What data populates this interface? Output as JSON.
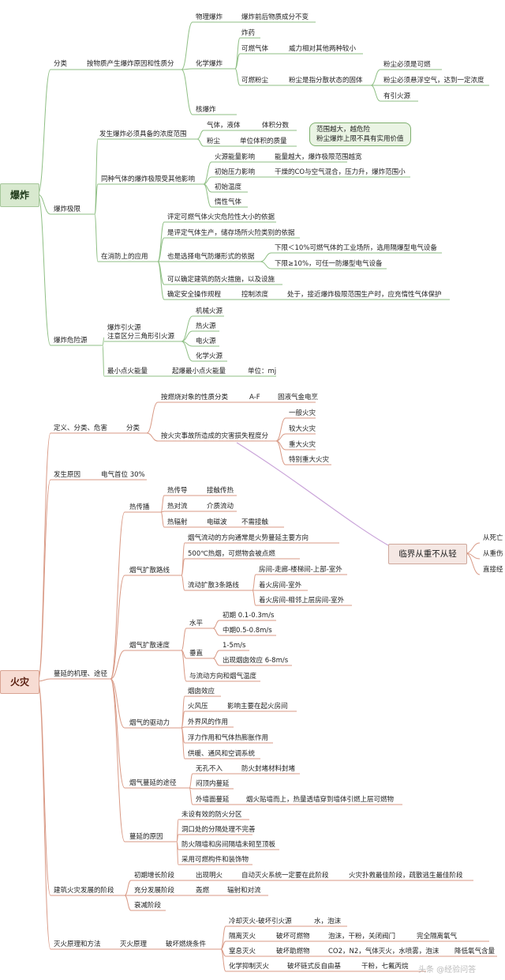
{
  "roots": {
    "explosion": "爆炸",
    "fire": "火灾"
  },
  "explosion": {
    "classify": {
      "label": "分类",
      "by": "按物质产生爆炸原因和性质分",
      "physical": {
        "label": "物理爆炸",
        "desc": "爆炸前后物质成分不变"
      },
      "chemical": {
        "label": "化学爆炸",
        "explosive": "炸药",
        "gas": {
          "label": "可燃气体",
          "desc": "威力相对其他两种较小"
        },
        "dust": {
          "label": "可燃粉尘",
          "desc": "粉尘是指分散状态的固体",
          "conditions": [
            "粉尘必须是可燃",
            "粉尘必须悬浮空气，达到一定浓度",
            "有引火源"
          ]
        }
      },
      "nuclear": "核爆炸"
    },
    "limits": {
      "label": "爆炸极限",
      "conc": {
        "label": "发生爆炸必须具备的浓度范围",
        "gas": {
          "label": "气体，液体",
          "desc": "体积分数"
        },
        "dust": {
          "label": "粉尘",
          "desc": "单位体积的质量"
        },
        "note1": "范围越大，越危险",
        "note2": "粉尘爆炸上限不具有实用价值"
      },
      "factors": {
        "label": "同种气体的爆炸极限受其他影响",
        "energy": {
          "label": "火源能量影响",
          "desc": "能量越大，爆炸极限范围越宽"
        },
        "pressure": {
          "label": "初始压力影响",
          "desc": "干燥的CO与空气混合，压力升，爆炸范围小"
        },
        "temp": "初始温度",
        "inert": "惰性气体"
      },
      "fire_use": {
        "label": "在消防上的应用",
        "u1": "评定可燃气体火灾危险性大小的依据",
        "u2": "是评定气体生产，储存场所火险类别的依据",
        "u3": {
          "label": "也是选择电气防爆形式的依据",
          "a": "下限＜10%可燃气体的工业场所，选用隔爆型电气设备",
          "b": "下限≥10%，可任一防爆型电气设备"
        },
        "u4": "可以确定建筑的防火措施，以及设施",
        "u5": {
          "label": "确定安全操作规程",
          "sub": "控制浓度",
          "desc": "处于，接近爆炸极限范围生产时，应充惰性气体保护"
        }
      }
    },
    "hazard": {
      "label": "爆炸危险源",
      "ignition": {
        "line1": "爆炸引火源",
        "line2": "注意区分三角形引火源",
        "items": [
          "机械火源",
          "热火源",
          "电火源",
          "化学火源"
        ]
      },
      "min_energy": {
        "label": "最小点火能量",
        "desc": "起爆最小点火能量",
        "unit": "单位：mj"
      }
    }
  },
  "fire": {
    "def": {
      "label": "定义、分类、危害",
      "classify": "分类",
      "by_nature": {
        "label": "按燃烧对象的性质分类",
        "range": "A-F",
        "desc": "固液气金电烹"
      },
      "by_loss": {
        "label": "按火灾事故所造成的灾害损失程度分",
        "items": [
          "一般火灾",
          "较大火灾",
          "重大火灾",
          "特别重大火灾"
        ]
      },
      "callout": "临界从重不从轻",
      "callout_items": [
        "从死亡",
        "从重伤",
        "直接经"
      ]
    },
    "cause": {
      "label": "发生原因",
      "desc": "电气首位 30%"
    },
    "spread": {
      "label": "蔓延的机理、途径",
      "heat": {
        "label": "热传播",
        "items": [
          {
            "a": "热传导",
            "b": "接触传热"
          },
          {
            "a": "热对流",
            "b": "介质流动"
          },
          {
            "a": "热辐射",
            "b": "电磁波",
            "c": "不需接触"
          }
        ]
      },
      "route": {
        "label": "烟气扩散路线",
        "r1": "烟气流动的方向通常是火势蔓延主要方向",
        "r2": "500℃热烟，可燃物会被点燃",
        "r3": {
          "label": "流动扩散3条路线",
          "items": [
            "房间-走廊-楼梯间-上部-室外",
            "着火房间-室外",
            "着火房间-相邻上层房间-室外"
          ]
        }
      },
      "speed": {
        "label": "烟气扩散速度",
        "horiz": {
          "label": "水平",
          "a": "初期 0.1-0.3m/s",
          "b": "中期0.5-0.8m/s"
        },
        "vert": {
          "label": "垂直",
          "a": "1-5m/s",
          "b": "出现烟囱效应 6-8m/s"
        },
        "rel": "与流动方向和烟气温度"
      },
      "drive": {
        "label": "烟气的驱动力",
        "items": [
          "烟囱效应",
          "火风压",
          "外界风的作用",
          "浮力作用和气体热膨胀作用",
          "供暖、通风和空调系统"
        ],
        "fire_pressure_desc": "影响主要在起火房间"
      },
      "path": {
        "label": "烟气蔓延的途径",
        "p1": {
          "label": "无孔不入",
          "desc": "防火封堵材料封堵"
        },
        "p2": "闷顶内蔓延",
        "p3": {
          "label": "外墙面蔓延",
          "desc": "烟火贴墙而上，热量透墙穿到墙体引燃上层可燃物"
        }
      },
      "reason": {
        "label": "蔓延的原因",
        "items": [
          "未设有效的防火分区",
          "洞口处的分隔处理不完善",
          "防火隔墙和房间隔墙未砌至顶板",
          "采用可燃构件和装饰物"
        ]
      }
    },
    "stages": {
      "label": "建筑火灾发展的阶段",
      "early": {
        "label": "初期增长阶段",
        "a": "出现明火",
        "b": "自动灭火系统一定要在此阶段",
        "c": "火灾扑救最佳阶段，疏散逃生最佳阶段"
      },
      "full": {
        "label": "充分发展阶段",
        "a": "轰燃",
        "b": "辐射和对流"
      },
      "decay": "衰减阶段"
    },
    "principle": {
      "label": "灭火原理和方法",
      "p": "灭火原理",
      "cond": "破坏燃烧条件",
      "methods": [
        {
          "a": "冷却灭火-破坏引火源",
          "b": "水，泡沫"
        },
        {
          "a": "隔离灭火",
          "b": "破坏可燃物",
          "c": "泡沫，干粉，关闭阀门",
          "d": "完全隔离氧气"
        },
        {
          "a": "窒息灭火",
          "b": "破坏助燃物",
          "c": "CO2，N2，气体灭火，水喷雾，泡沫",
          "d": "降低氧气含量"
        },
        {
          "a": "化学抑制灭火",
          "b": "破坏链式反自由基",
          "c": "干粉，七氟丙烷"
        }
      ]
    }
  },
  "watermark": "头条 @经验问答"
}
